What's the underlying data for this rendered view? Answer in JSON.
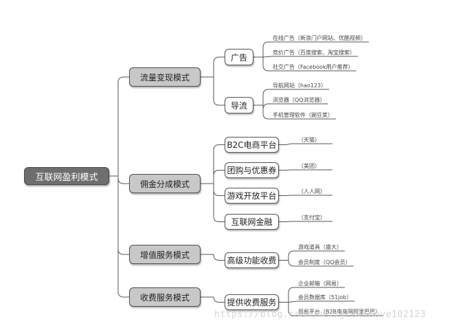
{
  "root": "互联网盈利模式",
  "branches": [
    {
      "label": "流量变现模式",
      "children": [
        {
          "label": "广告",
          "leaves": [
            "在线广告（新浪门户网站、优酷视频）",
            "竞价广告（百度搜索、淘宝搜索）",
            "社交广告（Facebook用户推荐）"
          ]
        },
        {
          "label": "导流",
          "leaves": [
            "导航网站（hao123）",
            "浏览器（QQ浏览器）",
            "手机管理软件（豌豆荚）"
          ]
        }
      ]
    },
    {
      "label": "佣金分成模式",
      "children": [
        {
          "label": "B2C电商平台",
          "leaves": [
            "（天猫）"
          ]
        },
        {
          "label": "团购与优惠券",
          "leaves": [
            "（美团）"
          ]
        },
        {
          "label": "游戏开放平台",
          "leaves": [
            "（人人网）"
          ]
        },
        {
          "label": "互联网金融",
          "leaves": [
            "（支付宝）"
          ]
        }
      ]
    },
    {
      "label": "增值服务模式",
      "children": [
        {
          "label": "高级功能收费",
          "leaves": [
            "游戏道具（盛大）",
            "会员制度（QQ会员）"
          ]
        }
      ]
    },
    {
      "label": "收费服务模式",
      "children": [
        {
          "label": "提供收费服务",
          "leaves": [
            "企业邮箱（网易）",
            "会员数据库（51job）",
            "贸易平台（B2B电商网阿里巴巴）"
          ]
        }
      ]
    }
  ],
  "watermark": "https://blog.csdn.net/jialiaove102123"
}
